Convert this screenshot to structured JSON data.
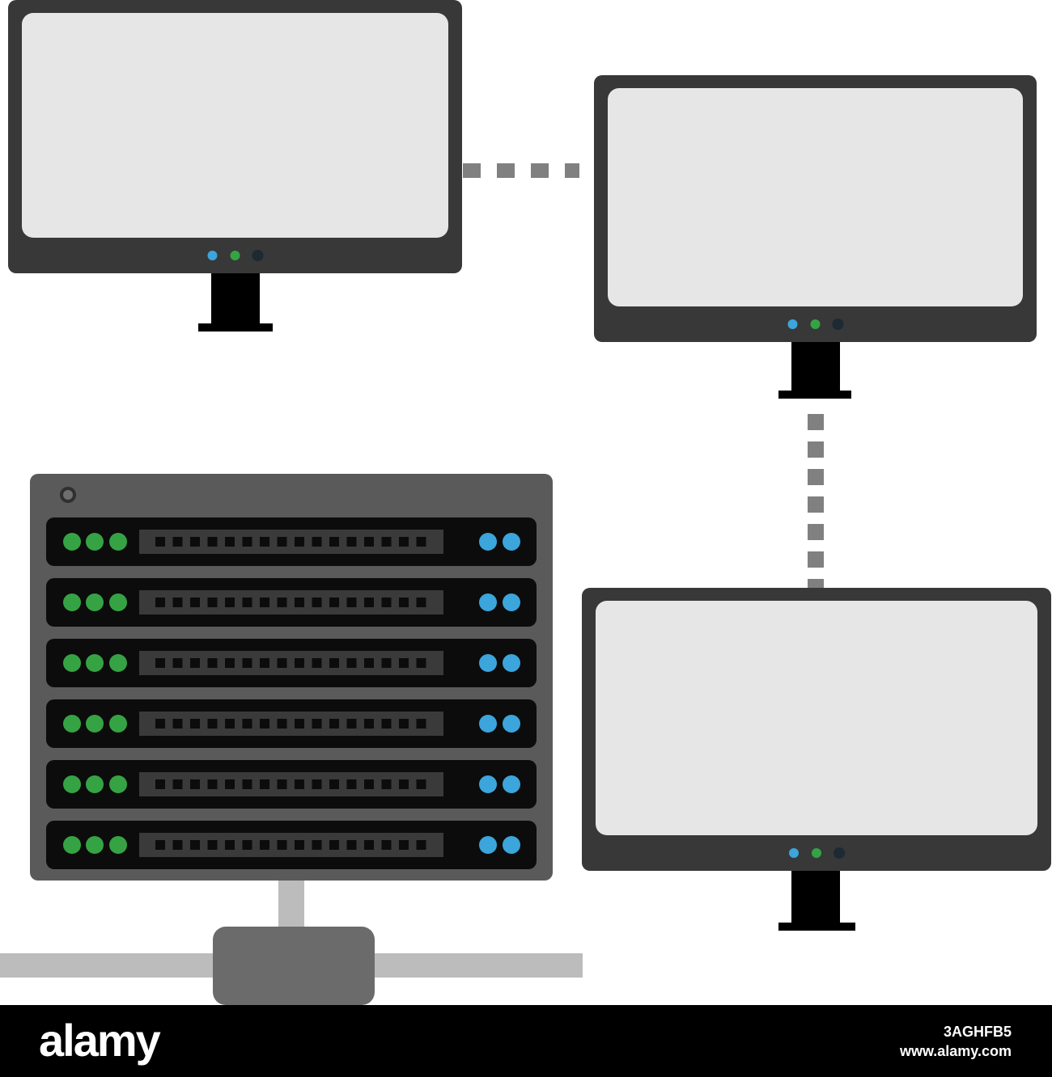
{
  "colors": {
    "monitor_frame": "#383838",
    "monitor_screen": "#e6e6e6",
    "monitor_stand": "#000000",
    "connector_dash": "#808080",
    "rack_body": "#5a5a5a",
    "server_unit": "#0c0c0c",
    "port_panel": "#3a3a3a",
    "led_green": "#35a344",
    "led_blue": "#3ba5dc",
    "led_dark": "#1d2933",
    "network_cable": "#bcbcbc",
    "network_hub": "#6b6b6b"
  },
  "icons": {
    "monitor": "desktop-monitor-icon",
    "server": "server-rack-icon",
    "hub": "network-hub-icon"
  },
  "footer": {
    "brand": "alamy",
    "image_id": "3AGHFB5",
    "site_url": "www.alamy.com"
  }
}
